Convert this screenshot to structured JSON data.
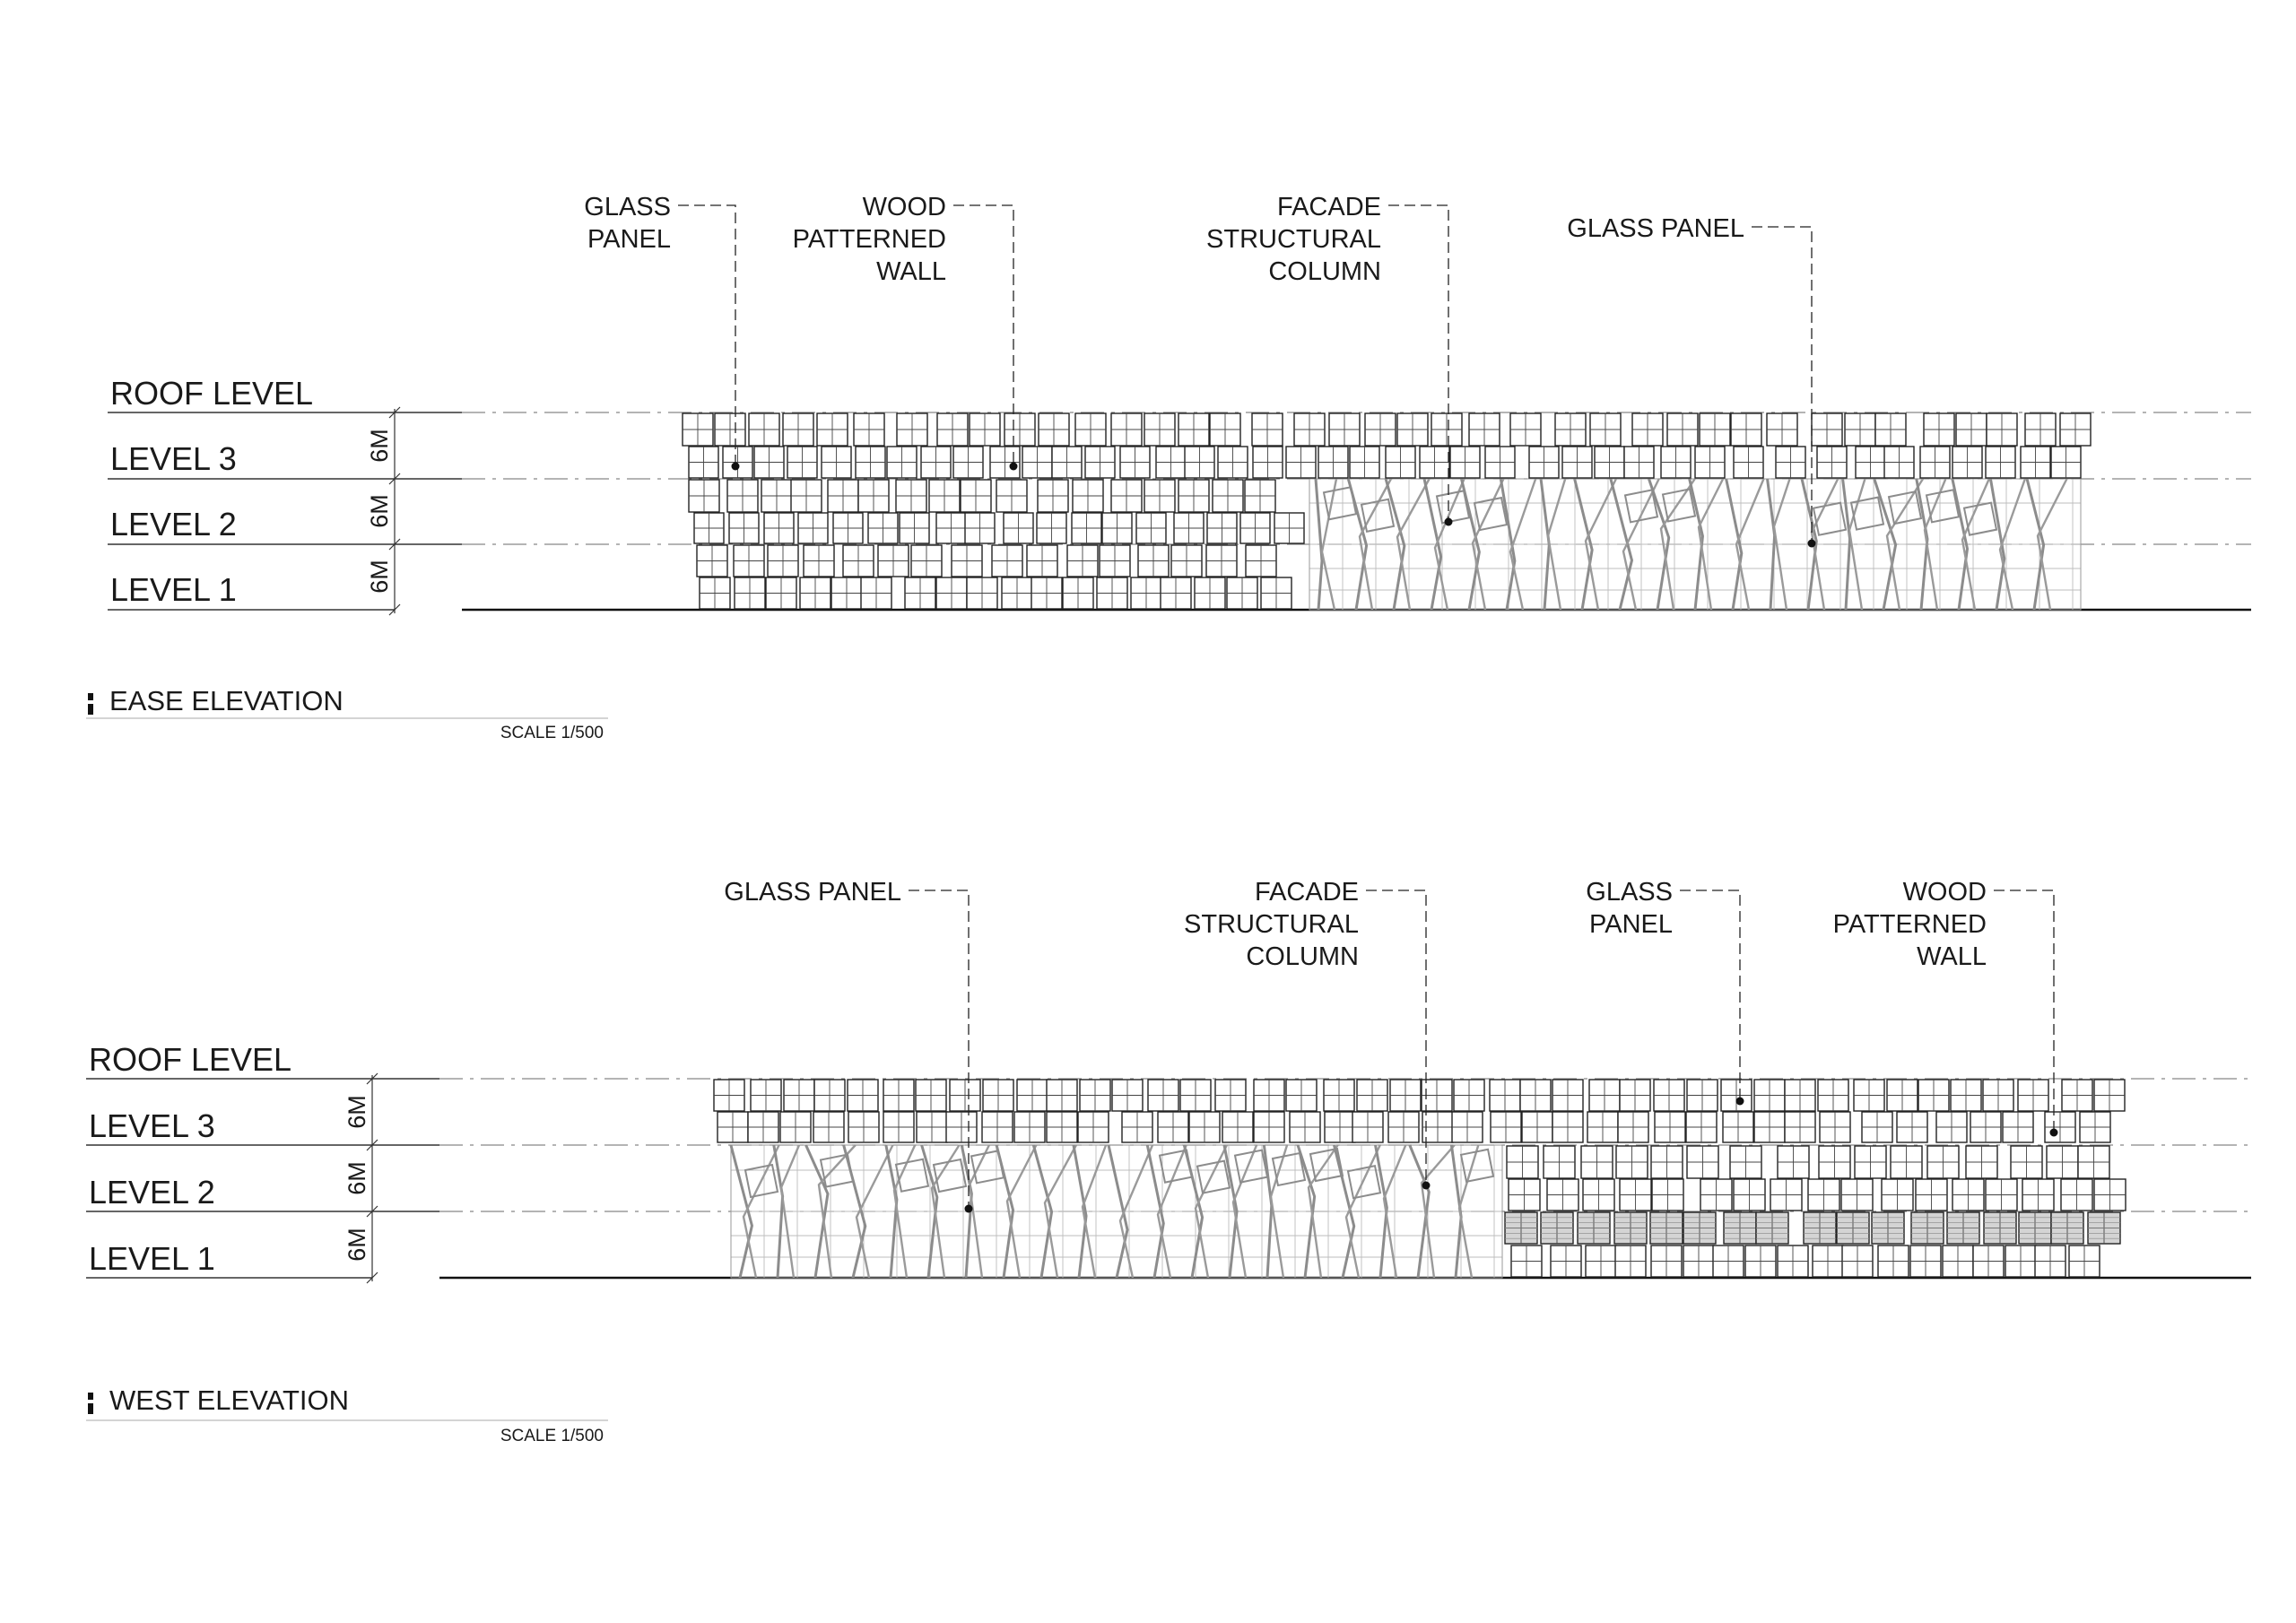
{
  "east": {
    "levels": {
      "roof": "ROOF LEVEL",
      "l3": "LEVEL 3",
      "l2": "LEVEL 2",
      "l1": "LEVEL 1"
    },
    "dims": {
      "d3": "6M",
      "d2": "6M",
      "d1": "6M"
    },
    "callouts": [
      {
        "lines": [
          "GLASS",
          "PANEL"
        ]
      },
      {
        "lines": [
          "WOOD",
          "PATTERNED",
          "WALL"
        ]
      },
      {
        "lines": [
          "FACADE",
          "STRUCTURAL",
          "COLUMN"
        ]
      },
      {
        "lines": [
          "GLASS PANEL"
        ]
      }
    ],
    "title": "EASE ELEVATION",
    "scale": "SCALE 1/500"
  },
  "west": {
    "levels": {
      "roof": "ROOF LEVEL",
      "l3": "LEVEL 3",
      "l2": "LEVEL 2",
      "l1": "LEVEL 1"
    },
    "dims": {
      "d3": "6M",
      "d2": "6M",
      "d1": "6M"
    },
    "callouts": [
      {
        "lines": [
          "GLASS PANEL"
        ]
      },
      {
        "lines": [
          "FACADE",
          "STRUCTURAL",
          "COLUMN"
        ]
      },
      {
        "lines": [
          "GLASS",
          "PANEL"
        ]
      },
      {
        "lines": [
          "WOOD",
          "PATTERNED",
          "WALL"
        ]
      }
    ],
    "title": "WEST ELEVATION",
    "scale": "SCALE 1/500"
  },
  "colors": {
    "ink": "#1a1a1a",
    "column": "#8c8c8c",
    "guide": "#9a9a9a"
  }
}
